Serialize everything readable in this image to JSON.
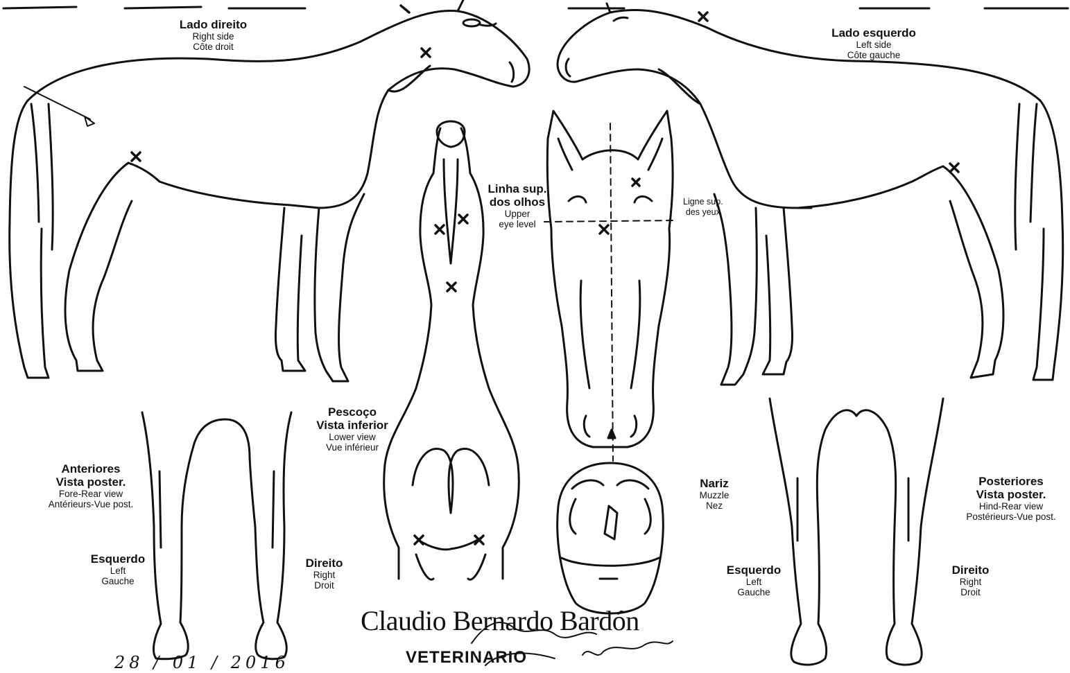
{
  "labels": {
    "right_side": {
      "primary": "Lado direito",
      "en": "Right side",
      "fr": "Côte droit"
    },
    "left_side": {
      "primary": "Lado esquerdo",
      "en": "Left side",
      "fr": "Côte gauche"
    },
    "eye_level_pt": {
      "primary1": "Linha sup.",
      "primary2": "dos olhos",
      "en1": "Upper",
      "en2": "eye level"
    },
    "eye_level_fr": {
      "l1": "Ligne sup.",
      "l2": "des yeux"
    },
    "neck": {
      "primary1": "Pescoço",
      "primary2": "Vista inferior",
      "en": "Lower view",
      "fr": "Vue inférieur"
    },
    "fore_rear": {
      "primary1": "Anteriores",
      "primary2": "Vista poster.",
      "en": "Fore-Rear view",
      "fr": "Antérieurs-Vue post."
    },
    "hind_rear": {
      "primary1": "Posteriores",
      "primary2": "Vista poster.",
      "en": "Hind-Rear view",
      "fr": "Postérieurs-Vue post."
    },
    "nose": {
      "primary": "Nariz",
      "en": "Muzzle",
      "fr": "Nez"
    },
    "fore_left": {
      "primary": "Esquerdo",
      "en": "Left",
      "fr": "Gauche"
    },
    "fore_right": {
      "primary": "Direito",
      "en": "Right",
      "fr": "Droit"
    },
    "hind_left": {
      "primary": "Esquerdo",
      "en": "Left",
      "fr": "Gauche"
    },
    "hind_right": {
      "primary": "Direito",
      "en": "Right",
      "fr": "Droit"
    }
  },
  "stamp": {
    "name": "Claudio Bernardo Bardón",
    "title": "VETERINARIO",
    "handwritten_date": "28 / 01 / 2016"
  },
  "icons": {
    "mark": "x-mark-icon",
    "whorl": "whorl-arrow-icon"
  },
  "colors": {
    "ink": "#111111",
    "paper": "#ffffff"
  }
}
